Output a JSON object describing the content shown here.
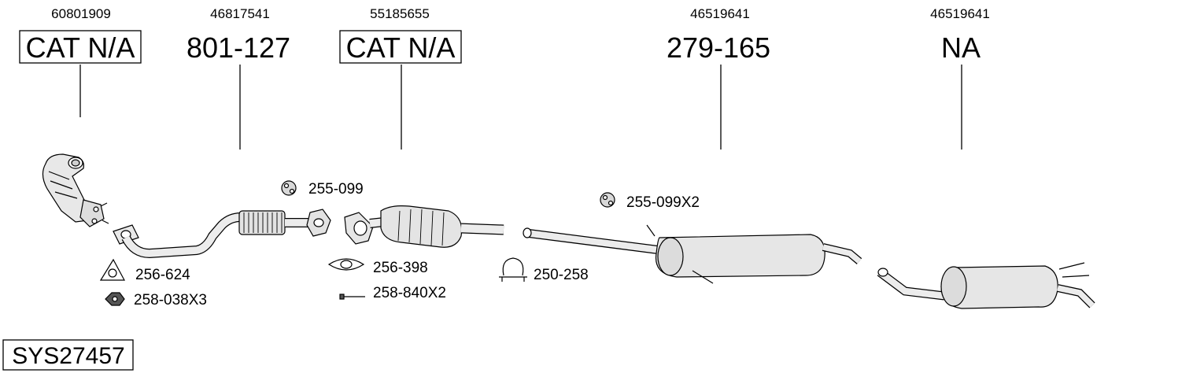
{
  "columns": [
    {
      "oe_number": "60801909",
      "part_label": "CAT N/A",
      "boxed": true
    },
    {
      "oe_number": "46817541",
      "part_label": "801-127",
      "boxed": false
    },
    {
      "oe_number": "55185655",
      "part_label": "CAT N/A",
      "boxed": true
    },
    {
      "oe_number": "46519641",
      "part_label": "279-165",
      "boxed": false
    },
    {
      "oe_number": "46519641",
      "part_label": "NA",
      "boxed": false
    }
  ],
  "accessories": [
    {
      "label": "255-099",
      "icon": "rubber-hanger-icon"
    },
    {
      "label": "256-624",
      "icon": "gasket-icon"
    },
    {
      "label": "258-038X3",
      "icon": "nut-icon"
    },
    {
      "label": "256-398",
      "icon": "flange-gasket-icon"
    },
    {
      "label": "258-840X2",
      "icon": "bolt-icon"
    },
    {
      "label": "255-099X2",
      "icon": "rubber-hanger-icon"
    },
    {
      "label": "250-258",
      "icon": "clamp-icon"
    }
  ],
  "system_id": "SYS27457",
  "colors": {
    "line": "#000000",
    "fill": "#e6e6e6",
    "shade": "#bdbdbd"
  }
}
